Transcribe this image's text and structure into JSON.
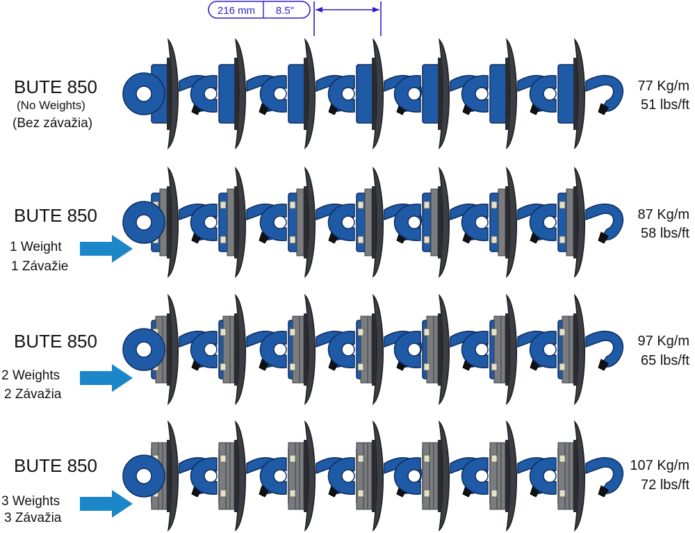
{
  "dimension": {
    "metric": "216 mm",
    "imperial": "8.5\""
  },
  "rows": [
    {
      "title": "BUTE 850",
      "note_en": "(No Weights)",
      "note_sk": "(Bez závažia)",
      "weight_en": "",
      "weight_sk": "",
      "weights": 0,
      "kg_per_m": "77 Kg/m",
      "lbs_per_ft": "51 lbs/ft"
    },
    {
      "title": "BUTE 850",
      "note_en": "",
      "note_sk": "",
      "weight_en": "1 Weight",
      "weight_sk": "1 Závažie",
      "weights": 1,
      "kg_per_m": "87 Kg/m",
      "lbs_per_ft": "58 lbs/ft"
    },
    {
      "title": "BUTE 850",
      "note_en": "",
      "note_sk": "",
      "weight_en": "2 Weights",
      "weight_sk": "2 Závažia",
      "weights": 2,
      "kg_per_m": "97 Kg/m",
      "lbs_per_ft": "65 lbs/ft"
    },
    {
      "title": "BUTE 850",
      "note_en": "",
      "note_sk": "",
      "weight_en": "3 Weights",
      "weight_sk": "3 Závažia",
      "weights": 3,
      "kg_per_m": "107 Kg/m",
      "lbs_per_ft": "72 lbs/ft"
    }
  ],
  "colors": {
    "link_blue": "#1f5aa6",
    "link_dark": "#0d2c5e",
    "disc": "#3b3e44",
    "weight_plate": "#7a7c80",
    "bolt": "#e6e2c8",
    "arrow": "#1b86c8",
    "dimension_line": "#2a1ec9"
  }
}
